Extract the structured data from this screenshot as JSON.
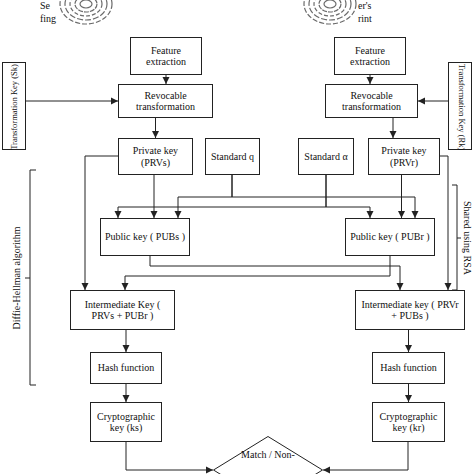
{
  "diagram": {
    "nodes": [
      {
        "text": [
          "Feature extraction"
        ]
      },
      {
        "text": [
          "Feature extraction"
        ]
      },
      {
        "text": [
          "Transformation Key (Sk)"
        ]
      },
      {
        "text": [
          "Revocable transformation"
        ]
      },
      {
        "text": [
          "Revocable transformation"
        ]
      },
      {
        "text": [
          "Transformation Key (Rk)"
        ]
      },
      {
        "text": [
          "Private key (PRVs)"
        ]
      },
      {
        "text": [
          "Standard q"
        ]
      },
      {
        "text": [
          "Standard α"
        ]
      },
      {
        "text": [
          "Private key (PRVr)"
        ]
      },
      {
        "text": [
          "Public key ( PUBs )"
        ]
      },
      {
        "text": [
          "Public key ( PUBr )"
        ]
      },
      {
        "text": [
          "Intermediate Key ( PRVs + PUBr )"
        ]
      },
      {
        "text": [
          "Intermediate key ( PRVr + PUBs )"
        ]
      },
      {
        "text": [
          "Hash function"
        ]
      },
      {
        "text": [
          "Hash function"
        ]
      },
      {
        "text": [
          "Cryptographic key (ks)"
        ]
      },
      {
        "text": [
          "Cryptographic key (kr)"
        ]
      },
      {
        "text": [
          "Match / Non-"
        ]
      }
    ],
    "edges": [
      {
        "from": 0,
        "to": 3,
        "arrow": "to"
      },
      {
        "from": 2,
        "to": 3,
        "arrow": "to"
      },
      {
        "from": 1,
        "to": 4,
        "arrow": "to"
      },
      {
        "from": 5,
        "to": 4,
        "arrow": "to"
      },
      {
        "from": 3,
        "to": 6,
        "arrow": "to"
      },
      {
        "from": 4,
        "to": 9,
        "arrow": "to"
      },
      {
        "from": 6,
        "to": 10,
        "arrow": "to"
      },
      {
        "from": 7,
        "to": 10,
        "arrow": "to"
      },
      {
        "from": 7,
        "to": 11,
        "arrow": "to"
      },
      {
        "from": 8,
        "to": 10,
        "arrow": "to"
      },
      {
        "from": 8,
        "to": 11,
        "arrow": "to"
      },
      {
        "from": 9,
        "to": 11,
        "arrow": "to"
      },
      {
        "from": 6,
        "to": 12,
        "arrow": "to"
      },
      {
        "from": 11,
        "to": 12,
        "arrow": "to"
      },
      {
        "from": 9,
        "to": 13,
        "arrow": "to"
      },
      {
        "from": 10,
        "to": 13,
        "arrow": "to"
      },
      {
        "from": 12,
        "to": 14,
        "arrow": "to"
      },
      {
        "from": 13,
        "to": 15,
        "arrow": "to"
      },
      {
        "from": 14,
        "to": 16,
        "arrow": "to"
      },
      {
        "from": 15,
        "to": 17,
        "arrow": "to"
      },
      {
        "from": 16,
        "to": 18,
        "arrow": "to"
      },
      {
        "from": 17,
        "to": 18,
        "arrow": "to"
      }
    ],
    "labels": [
      "Se",
      "fing",
      "er's",
      "rint",
      "Diffie-Hellman algorithm",
      "Shared using RSA"
    ]
  }
}
